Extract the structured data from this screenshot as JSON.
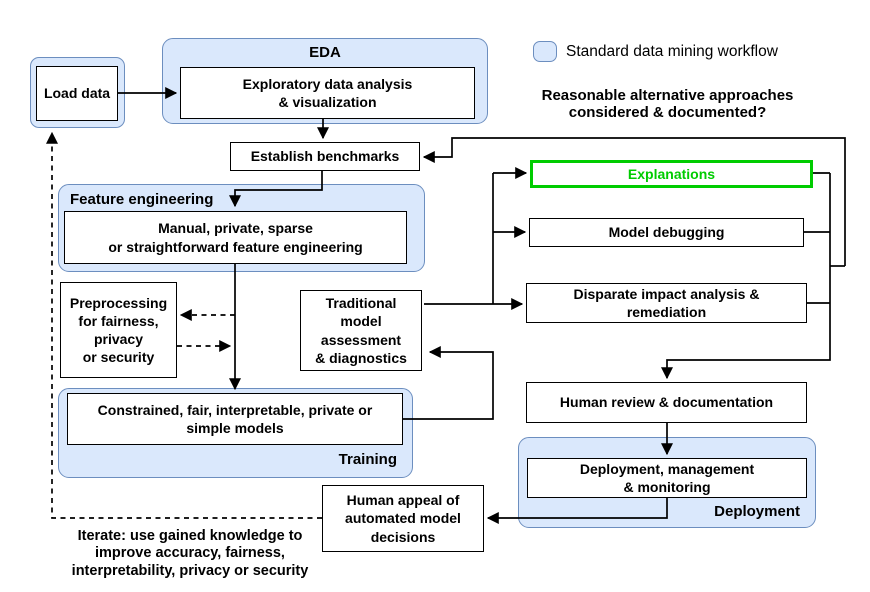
{
  "colors": {
    "container_fill": "#dae8fc",
    "container_border": "#6c8ebf",
    "highlight_green": "#00cc00",
    "line_black": "#000000"
  },
  "legend": {
    "swatch": "standard-workflow-swatch",
    "label": "Standard data mining workflow"
  },
  "annotations": {
    "question": "Reasonable alternative approaches\nconsidered & documented?",
    "iterate_note": "Iterate: use gained knowledge to\nimprove accuracy, fairness,\ninterpretability, privacy or security"
  },
  "containers": {
    "eda": "EDA",
    "feature_engineering": "Feature engineering",
    "training": "Training",
    "deployment": "Deployment"
  },
  "nodes": {
    "load_data": "Load data",
    "eda_box": "Exploratory data analysis\n& visualization",
    "establish_benchmarks": "Establish benchmarks",
    "manual_features": "Manual, private, sparse\nor straightforward feature engineering",
    "preprocessing": "Preprocessing\nfor fairness,\nprivacy\nor security",
    "traditional_assessment": "Traditional\nmodel\nassessment\n& diagnostics",
    "explanations": "Explanations",
    "model_debugging": "Model debugging",
    "disparate_impact": "Disparate impact analysis &\nremediation",
    "human_review": "Human review & documentation",
    "constrained_models": "Constrained, fair, interpretable, private or\nsimple models",
    "deployment_box": "Deployment, management\n& monitoring",
    "human_appeal": "Human appeal of\nautomated model\ndecisions"
  }
}
